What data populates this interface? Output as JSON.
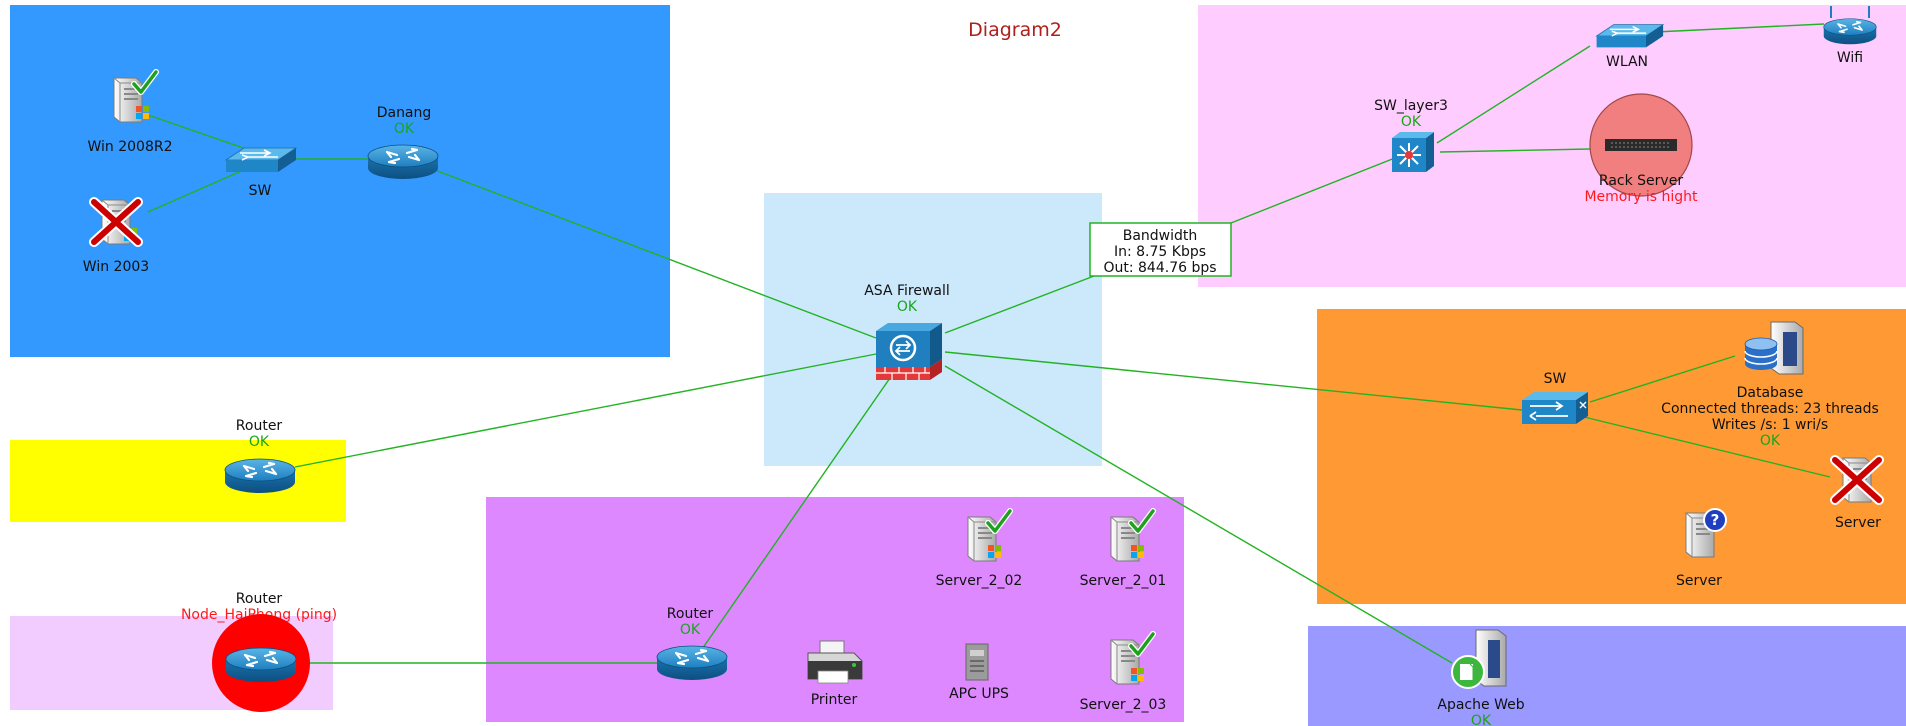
{
  "title": "Diagram2",
  "colors": {
    "zone_blue": "#3399ff",
    "zone_pink": "#ffccff",
    "zone_orange": "#ff9933",
    "zone_lavender": "#9999ff",
    "zone_lightblue": "#cce8fb",
    "zone_yellow": "#ffff00",
    "zone_purple": "#dd88ff",
    "zone_lightpink": "#f2ccff",
    "link": "#22b322",
    "status_ok": "#1aa51a",
    "status_error": "#ff1a1a"
  },
  "nodes": {
    "win2008": {
      "name": "Win 2008R2",
      "icon": "windows-server-ok-icon"
    },
    "win2003": {
      "name": "Win 2003",
      "icon": "windows-server-down-icon"
    },
    "sw_danang": {
      "name": "SW",
      "icon": "switch-icon"
    },
    "danang": {
      "name": "Danang",
      "status": "OK",
      "icon": "router-icon"
    },
    "asa": {
      "name": "ASA Firewall",
      "status": "OK",
      "icon": "firewall-icon"
    },
    "bandwidth": {
      "title": "Bandwidth",
      "in": "In: 8.75 Kbps",
      "out": "Out: 844.76 bps"
    },
    "sw_layer3": {
      "name": "SW_layer3",
      "status": "OK",
      "icon": "layer3-switch-icon"
    },
    "wlan": {
      "name": "WLAN",
      "icon": "wlan-controller-icon"
    },
    "wifi": {
      "name": "Wifi",
      "icon": "wifi-router-icon"
    },
    "rack": {
      "name": "Rack Server",
      "alert": "Memory is hight",
      "icon": "rack-server-icon"
    },
    "router_yellow": {
      "name": "Router",
      "status": "OK",
      "icon": "router-icon"
    },
    "sw_orange": {
      "name": "SW",
      "icon": "switch-icon"
    },
    "database": {
      "name": "Database",
      "line1": "Connected threads:  23 threads",
      "line2": "Writes /s:  1 wri/s",
      "status": "OK",
      "icon": "database-server-icon"
    },
    "server_down": {
      "name": "Server",
      "icon": "server-down-icon"
    },
    "server_unknown": {
      "name": "Server",
      "icon": "server-unknown-icon"
    },
    "router_red": {
      "name": "Router",
      "alert": "Node_HaiPhong (ping)",
      "icon": "router-icon"
    },
    "router_purple": {
      "name": "Router",
      "status": "OK",
      "icon": "router-icon"
    },
    "printer": {
      "name": "Printer",
      "icon": "printer-icon"
    },
    "apc": {
      "name": "APC UPS",
      "icon": "ups-icon"
    },
    "server_2_02": {
      "name": "Server_2_02",
      "icon": "windows-server-ok-icon"
    },
    "server_2_01": {
      "name": "Server_2_01",
      "icon": "windows-server-ok-icon"
    },
    "server_2_03": {
      "name": "Server_2_03",
      "icon": "windows-server-ok-icon"
    },
    "apache": {
      "name": "Apache Web",
      "status": "OK",
      "icon": "web-server-icon"
    }
  }
}
